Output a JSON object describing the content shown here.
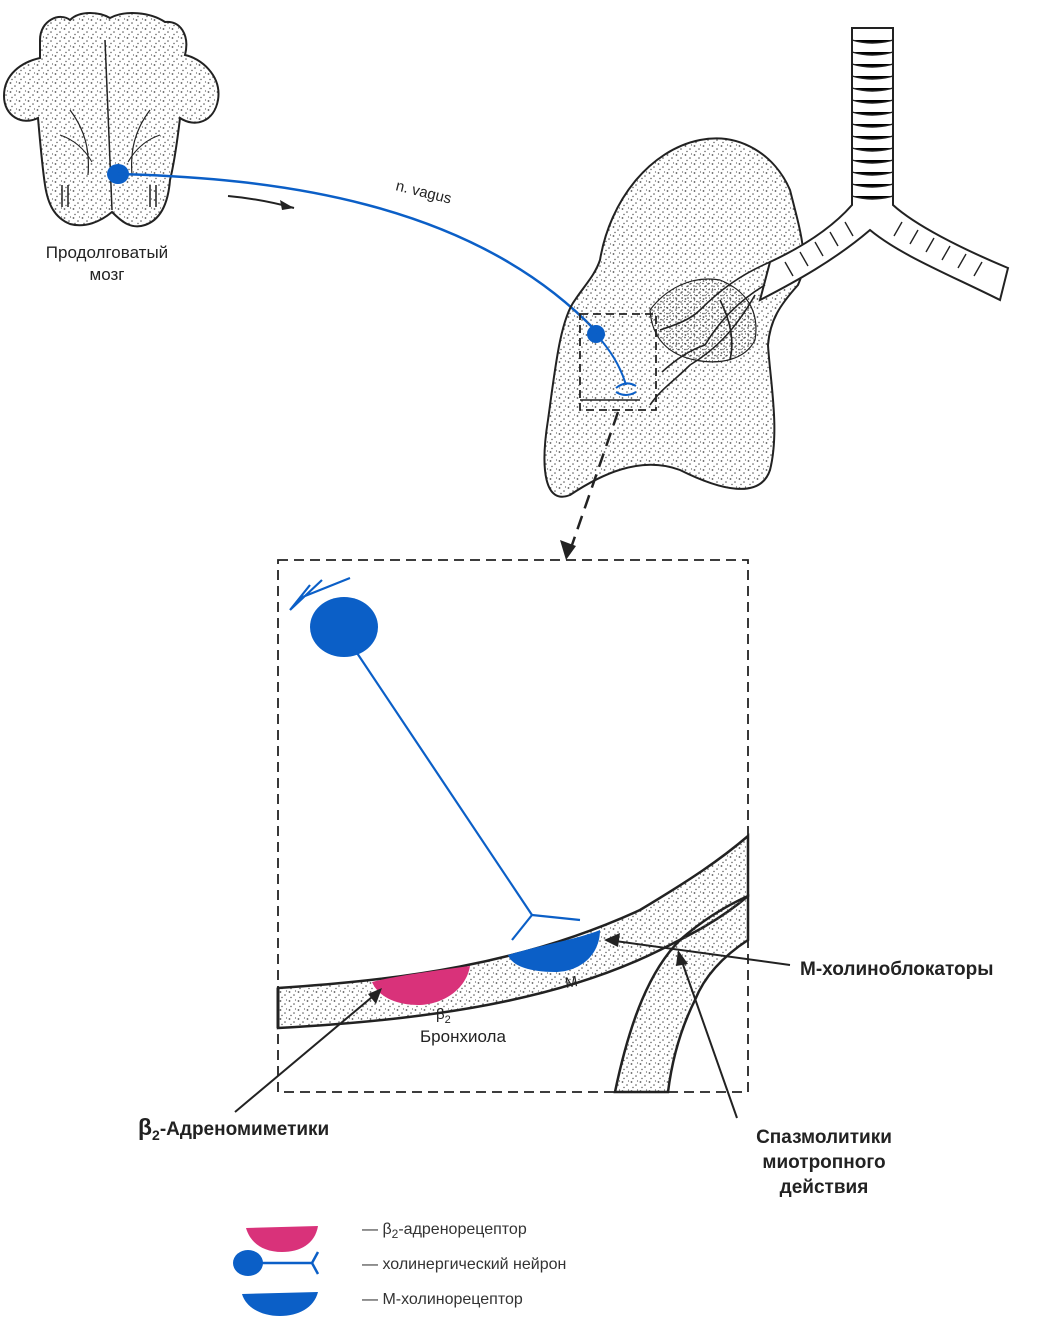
{
  "colors": {
    "neuron": "#0b5fc7",
    "beta2_receptor": "#d9327a",
    "m_receptor": "#0b5fc7",
    "outline": "#222222",
    "stipple": "#555555"
  },
  "icons": [
    "medulla-drawing",
    "lung-drawing",
    "trachea-drawing",
    "bronchiole-drawing"
  ],
  "labels": {
    "medulla_line1": "Продолговатый",
    "medulla_line2": "мозг",
    "vagus": "n. vagus",
    "m_cholinoblockers": "М-холиноблокаторы",
    "beta2_agonists_beta": "β",
    "beta2_agonists_sub": "2",
    "beta2_agonists_rest": "-Адреномиметики",
    "spasmolytics_line1": "Спазмолитики",
    "spasmolytics_line2": "миотропного",
    "spasmolytics_line3": "действия",
    "m_small": "М-",
    "beta2_small_beta": "β",
    "beta2_small_sub": "2",
    "bronchiole": "Бронхиола"
  },
  "legend": [
    {
      "prefix": "— β",
      "sub": "2",
      "text": "-адренорецептор"
    },
    {
      "prefix": "— ",
      "sub": "",
      "text": "холинергический нейрон"
    },
    {
      "prefix": "— ",
      "sub": "",
      "text": "М-холинорецептор"
    }
  ]
}
